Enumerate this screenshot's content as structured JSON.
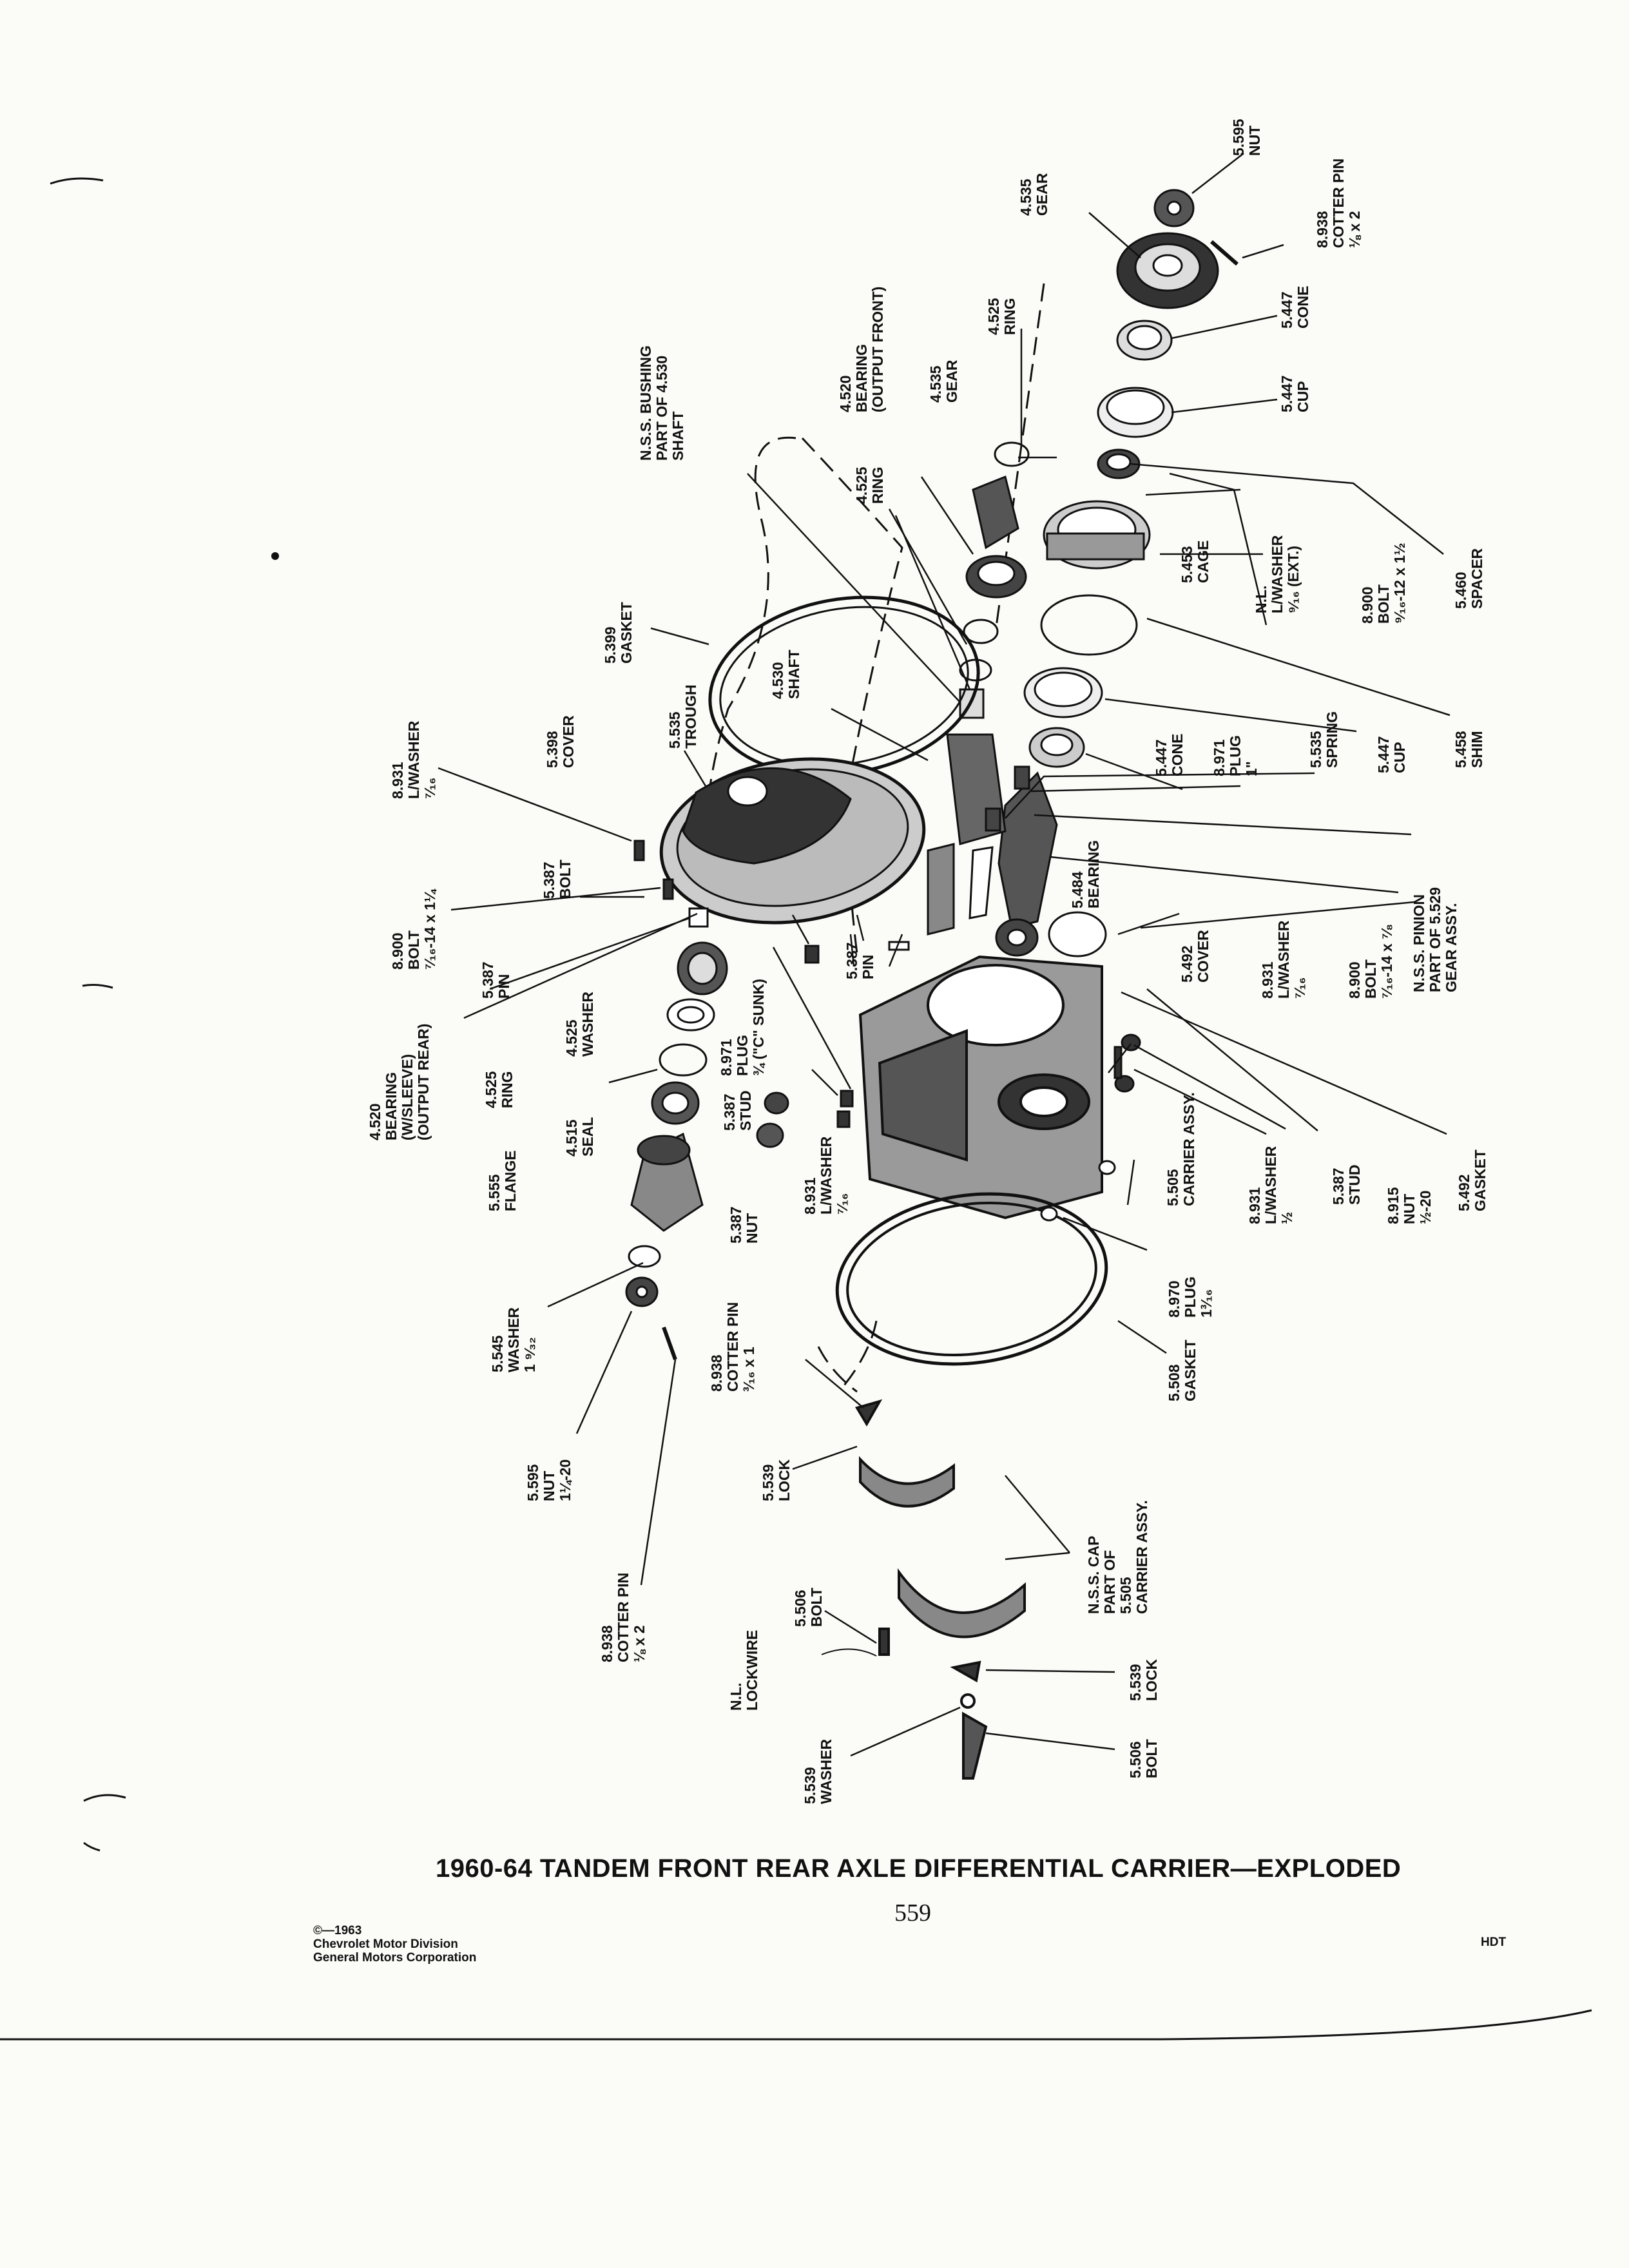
{
  "caption": "1960-64 TANDEM FRONT REAR AXLE DIFFERENTIAL CARRIER—EXPLODED",
  "page_number": "559",
  "copyright": [
    "©—1963",
    "Chevrolet Motor Division",
    "General Motors Corporation"
  ],
  "section_code": "HDT",
  "labels": {
    "nut_5595_top": [
      "5.595",
      "NUT"
    ],
    "cotter_8938_top": [
      "8.938",
      "COTTER PIN",
      "⅛ x 2"
    ],
    "gear_4535_top": [
      "4.535",
      "GEAR"
    ],
    "cone_5447_top": [
      "5.447",
      "CONE"
    ],
    "cup_5447_top": [
      "5.447",
      "CUP"
    ],
    "ring_4525_top": [
      "4.525",
      "RING"
    ],
    "gear_4535_mid": [
      "4.535",
      "GEAR"
    ],
    "bearing_4520_front": [
      "4.520",
      "BEARING",
      "(OUTPUT FRONT)"
    ],
    "ring_4525_mid": [
      "4.525",
      "RING"
    ],
    "bushing_nss": [
      "N.S.S. BUSHING",
      "PART OF 4.530",
      "SHAFT"
    ],
    "cage_5453": [
      "5.453",
      "CAGE"
    ],
    "lwasher_nl": [
      "N.L.",
      "L/WASHER",
      "⁹⁄₁₆ (EXT.)"
    ],
    "bolt_8900_top": [
      "8.900",
      "BOLT",
      "⁹⁄₁₆-12 x 1½"
    ],
    "spacer_5460": [
      "5.460",
      "SPACER"
    ],
    "gasket_5399": [
      "5.399",
      "GASKET"
    ],
    "shaft_4530": [
      "4.530",
      "SHAFT"
    ],
    "trough_5535": [
      "5.535",
      "TROUGH"
    ],
    "cover_5398": [
      "5.398",
      "COVER"
    ],
    "lwasher_8931_left": [
      "8.931",
      "L/WASHER",
      "⁷⁄₁₆"
    ],
    "cone_5447_mid": [
      "5.447",
      "CONE"
    ],
    "plug_8971_top": [
      "8.971",
      "PLUG",
      "1\""
    ],
    "spring_5535": [
      "5.535",
      "SPRING"
    ],
    "cup_5447_mid": [
      "5.447",
      "CUP"
    ],
    "shim_5458": [
      "5.458",
      "SHIM"
    ],
    "bolt_5387": [
      "5.387",
      "BOLT"
    ],
    "bolt_8900_left": [
      "8.900",
      "BOLT",
      "⁷⁄₁₆-14 x 1¼"
    ],
    "pin_5387_left": [
      "5.387",
      "PIN"
    ],
    "bearing_5484": [
      "5.484",
      "BEARING"
    ],
    "pinion_nss": [
      "N.S.S. PINION",
      "PART OF 5.529",
      "GEAR ASSY."
    ],
    "pin_5387_mid": [
      "5.387",
      "PIN"
    ],
    "cover_5492": [
      "5.492",
      "COVER"
    ],
    "lwasher_8931_right": [
      "8.931",
      "L/WASHER",
      "⁷⁄₁₆"
    ],
    "bolt_8900_right": [
      "8.900",
      "BOLT",
      "⁷⁄₁₆-14 x ⁷⁄₈"
    ],
    "bearing_4520_rear": [
      "4.520",
      "BEARING",
      "(W/SLEEVE)",
      "(OUTPUT REAR)"
    ],
    "ring_4525_rear": [
      "4.525",
      "RING"
    ],
    "washer_4525": [
      "4.525",
      "WASHER"
    ],
    "plug_8971_sunk": [
      "8.971",
      "PLUG",
      "¾ (\"C\" SUNK)"
    ],
    "seal_4515": [
      "4.515",
      "SEAL"
    ],
    "stud_5387_left": [
      "5.387",
      "STUD"
    ],
    "lwasher_8931_mid": [
      "8.931",
      "L/WASHER",
      "⁷⁄₁₆"
    ],
    "carrier_5505": [
      "5.505",
      "CARRIER ASSY."
    ],
    "lwasher_8931_half": [
      "8.931",
      "L/WASHER",
      "½"
    ],
    "stud_5387_right": [
      "5.387",
      "STUD"
    ],
    "nut_8915": [
      "8.915",
      "NUT",
      "½-20"
    ],
    "gasket_5492": [
      "5.492",
      "GASKET"
    ],
    "flange_5555": [
      "5.555",
      "FLANGE"
    ],
    "nut_5387": [
      "5.387",
      "NUT"
    ],
    "plug_8970": [
      "8.970",
      "PLUG",
      "1³⁄₁₆"
    ],
    "washer_5545": [
      "5.545",
      "WASHER",
      "1 ⁹⁄₃₂"
    ],
    "cotter_8938_mid": [
      "8.938",
      "COTTER PIN",
      "³⁄₁₆ x 1"
    ],
    "gasket_5508": [
      "5.508",
      "GASKET"
    ],
    "nut_5595_bottom": [
      "5.595",
      "NUT",
      "1¼-20"
    ],
    "lock_5539_top": [
      "5.539",
      "LOCK"
    ],
    "cap_nss": [
      "N.S.S. CAP",
      "PART OF",
      "5.505",
      "CARRIER ASSY."
    ],
    "cotter_8938_bottom": [
      "8.938",
      "COTTER PIN",
      "⅛ x 2"
    ],
    "bolt_5506_top": [
      "5.506",
      "BOLT"
    ],
    "lockwire_nl": [
      "N.L.",
      "LOCKWIRE"
    ],
    "lock_5539_bottom": [
      "5.539",
      "LOCK"
    ],
    "washer_5539": [
      "5.539",
      "WASHER"
    ],
    "bolt_5506_bottom": [
      "5.506",
      "BOLT"
    ]
  }
}
